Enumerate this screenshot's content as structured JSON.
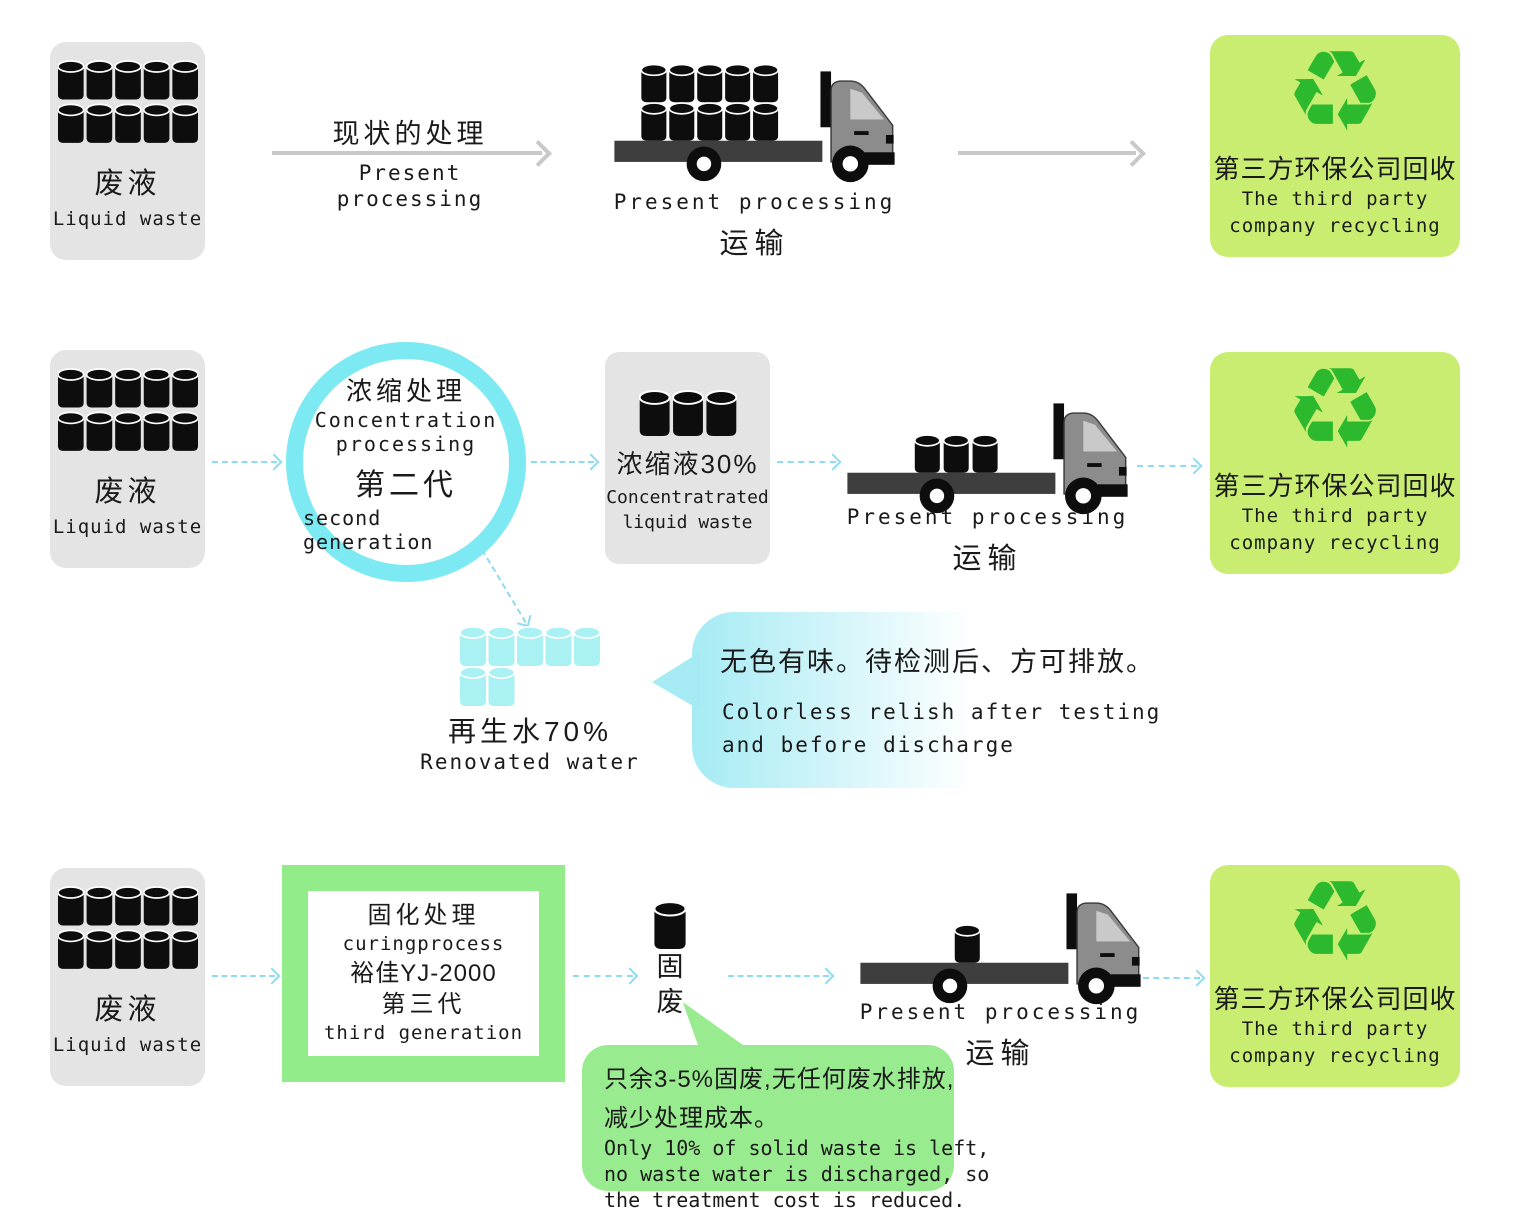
{
  "palette": {
    "gray_box": "#e4e4e4",
    "arrow_gray": "#c9c9c9",
    "accent_cyan": "#7de9f2",
    "cyan_barrel": "#a9f1f3",
    "arrow_blue": "#8edcf2",
    "bubble_cyan": "#a6ebf4",
    "green_frame": "#92ec8a",
    "green_bubble": "#99eb8f",
    "recycle_box_bg": "#c9ed71",
    "recycle_green": "#2db92d",
    "truck_cab_gray": "#8c8c8c",
    "truck_bed_gray": "#3e3e3e"
  },
  "icons": {
    "recycling_glyph": "♻"
  },
  "row1": {
    "source": {
      "zh": "废液",
      "en": "Liquid waste"
    },
    "flow": {
      "zh": "现状的处理",
      "en1": "Present",
      "en2": "processing"
    },
    "truck": {
      "en": "Present processing",
      "zh": "运输"
    },
    "recycler": {
      "zh": "第三方环保公司回收",
      "en1": "The third party",
      "en2": "company recycling"
    }
  },
  "row2": {
    "source": {
      "zh": "废液",
      "en": "Liquid waste"
    },
    "process": {
      "zh": "浓缩处理",
      "en1": "Concentration",
      "en2": "processing",
      "gen_zh": "第二代",
      "gen_en": "second generation"
    },
    "concentrate": {
      "zh": "浓缩液30%",
      "en1": "Concentratrated",
      "en2": "liquid waste"
    },
    "truck": {
      "en": "Present processing",
      "zh": "运输"
    },
    "recycler": {
      "zh": "第三方环保公司回收",
      "en1": "The third party",
      "en2": "company recycling"
    },
    "water": {
      "zh": "再生水70%",
      "en": "Renovated water"
    },
    "bubble": {
      "zh": "无色有味。待检测后、方可排放。",
      "en1": "Colorless relish after testing",
      "en2": "and before discharge"
    }
  },
  "row3": {
    "source": {
      "zh": "废液",
      "en": "Liquid waste"
    },
    "process": {
      "zh": "固化处理",
      "en": "curingprocess",
      "brand": "裕佳YJ-2000",
      "gen_zh": "第三代",
      "gen_en": "third generation"
    },
    "solid": {
      "c1": "固",
      "c2": "废"
    },
    "truck": {
      "en": "Present processing",
      "zh": "运输"
    },
    "recycler": {
      "zh": "第三方环保公司回收",
      "en1": "The third party",
      "en2": "company recycling"
    },
    "bubble": {
      "zh1": "只余3-5%固废,无任何废水排放,",
      "zh2": "减少处理成本。",
      "en1": "Only 10% of solid waste is left,",
      "en2": "no waste water is discharged, so",
      "en3": "the treatment cost is reduced."
    }
  }
}
